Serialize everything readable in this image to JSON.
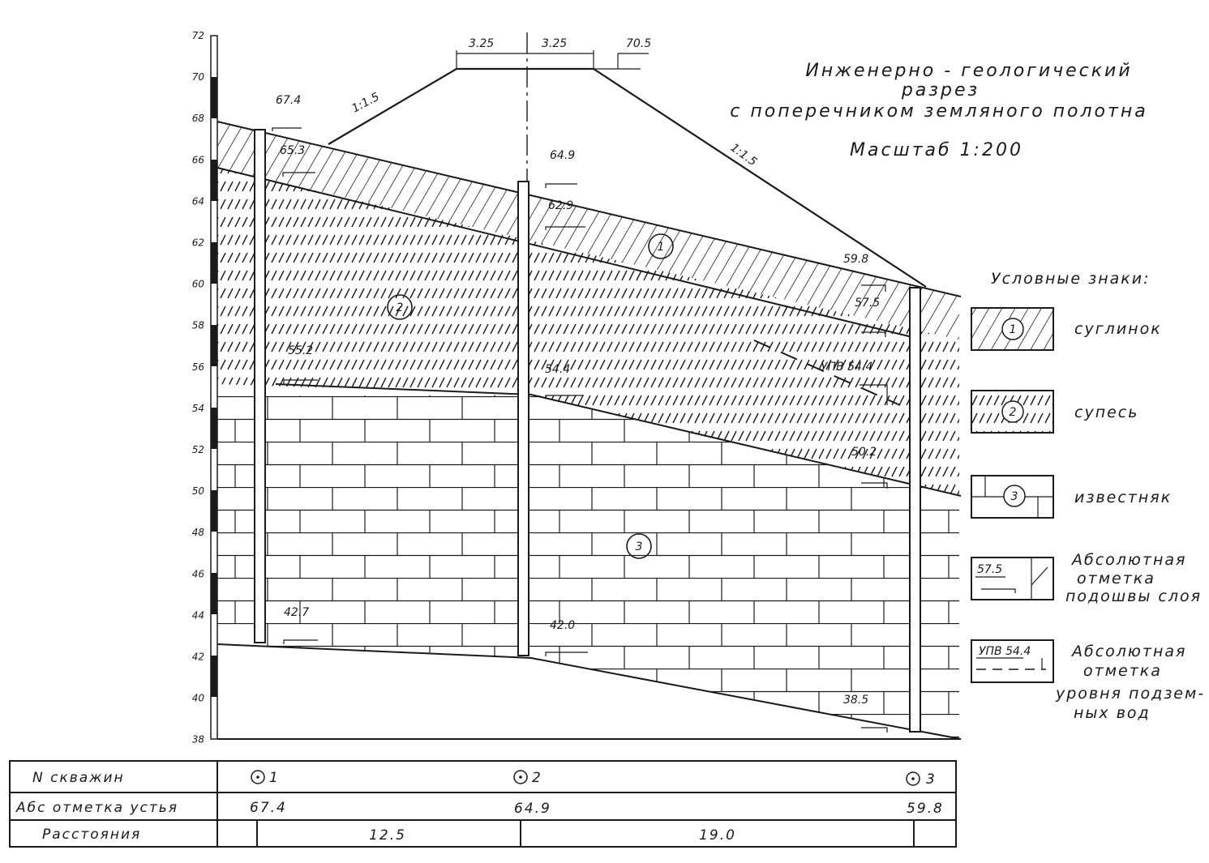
{
  "title": {
    "line1": "Инженерно - геологический",
    "line2": "разрез",
    "line3": "с поперечником земляного полотна",
    "scale": "Масштаб 1:200"
  },
  "axis": {
    "ticks": [
      "72",
      "70",
      "68",
      "66",
      "64",
      "62",
      "60",
      "58",
      "56",
      "54",
      "52",
      "50",
      "48",
      "46",
      "44",
      "42",
      "40",
      "38"
    ]
  },
  "embankment": {
    "half_width_left": "3.25",
    "half_width_right": "3.25",
    "crest_elev": "70.5",
    "slope_left": "1:1.5",
    "slope_right": "1:1.5"
  },
  "marks": {
    "bh1_top": "67.4",
    "bh1_layer1": "65.3",
    "bh1_layer2": "55.2",
    "bh1_bottom": "42.7",
    "bh2_top": "64.9",
    "bh2_layer1": "62.9",
    "bh2_layer2": "54.4",
    "bh2_bottom": "42.0",
    "bh3_top": "59.8",
    "bh3_layer1": "57.5",
    "bh3_layer2": "50.2",
    "bh3_bottom": "38.5",
    "gw": "УПВ 54.4"
  },
  "layer_numbers": [
    "1",
    "2",
    "3"
  ],
  "legend": {
    "title": "Условные знаки:",
    "items": [
      {
        "sym": "1",
        "label": "суглинок"
      },
      {
        "sym": "2",
        "label": "супесь"
      },
      {
        "sym": "3",
        "label": "известняк"
      },
      {
        "sym": "57.5",
        "label": [
          "Абсолютная",
          "отметка",
          "подошвы слоя"
        ]
      },
      {
        "sym": "УПВ 54.4",
        "label": [
          "Абсолютная",
          "отметка",
          "уровня подзем-",
          "ных вод"
        ]
      }
    ]
  },
  "table": {
    "row1_head": "N скважин",
    "row2_head": "Абс отметка устья",
    "row3_head": "Расстояния",
    "wells": [
      "1",
      "2",
      "3"
    ],
    "elevations": [
      "67.4",
      "64.9",
      "59.8"
    ],
    "distances": [
      "12.5",
      "19.0"
    ]
  }
}
